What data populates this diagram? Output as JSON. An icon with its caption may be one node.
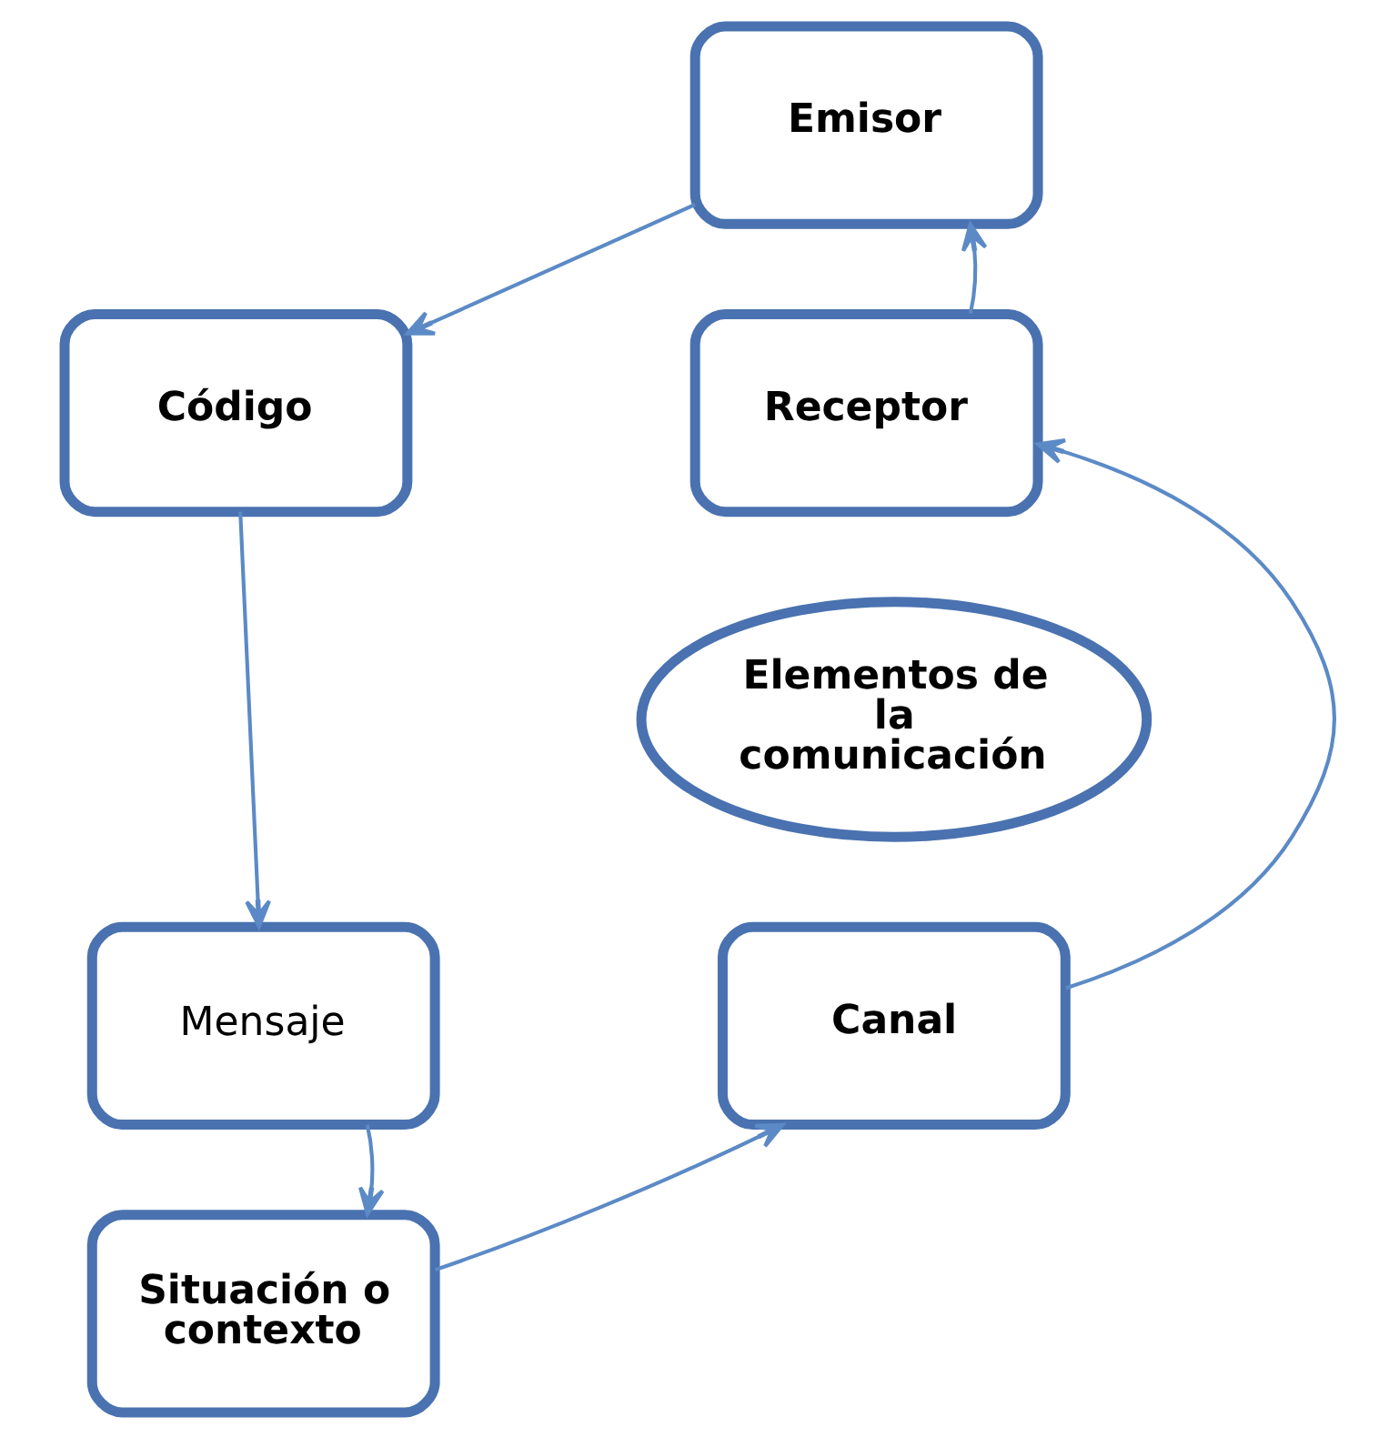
{
  "diagram": {
    "nodes": [
      {
        "text": [
          "Emisor"
        ]
      },
      {
        "text": [
          "Código"
        ]
      },
      {
        "text": [
          "Mensaje"
        ]
      },
      {
        "text": [
          "Situación o contexto"
        ]
      },
      {
        "text": [
          "Canal"
        ]
      },
      {
        "text": [
          "Receptor"
        ]
      },
      {
        "text": [
          "Elementos de la comunicación"
        ]
      }
    ],
    "edges": [
      {
        "from": 0,
        "to": 1,
        "arrow": "to"
      },
      {
        "from": 1,
        "to": 2,
        "arrow": "to"
      },
      {
        "from": 2,
        "to": 3,
        "arrow": "to"
      },
      {
        "from": 3,
        "to": 4,
        "arrow": "to"
      },
      {
        "from": 4,
        "to": 5,
        "arrow": "to"
      },
      {
        "from": 5,
        "to": 0,
        "arrow": "to"
      }
    ]
  }
}
